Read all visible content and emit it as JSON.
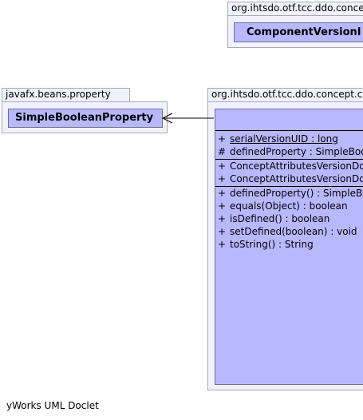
{
  "packages": {
    "top": {
      "name": "org.ihtsdo.otf.tcc.ddo.conce",
      "class_name": "ComponentVersionI"
    },
    "left": {
      "name": "javafx.beans.property",
      "class_name": "SimpleBooleanProperty"
    },
    "right": {
      "name": "org.ihtsdo.otf.tcc.ddo.concept.c",
      "class_name": "",
      "fields": [
        {
          "vis": "+",
          "text": "serialVersionUID : long",
          "static": true
        },
        {
          "vis": "#",
          "text": "definedProperty : SimpleBoo",
          "static": false
        }
      ],
      "constructors": [
        {
          "vis": "+",
          "text": "ConceptAttributesVersionDd"
        },
        {
          "vis": "+",
          "text": "ConceptAttributesVersionDd"
        }
      ],
      "methods": [
        {
          "vis": "+",
          "text": "definedProperty() : SimpleB"
        },
        {
          "vis": "+",
          "text": "equals(Object) : boolean"
        },
        {
          "vis": "+",
          "text": "isDefined() : boolean"
        },
        {
          "vis": "+",
          "text": "setDefined(boolean) : void"
        },
        {
          "vis": "+",
          "text": "toString() : String"
        }
      ]
    }
  },
  "footer": "yWorks UML Doclet"
}
